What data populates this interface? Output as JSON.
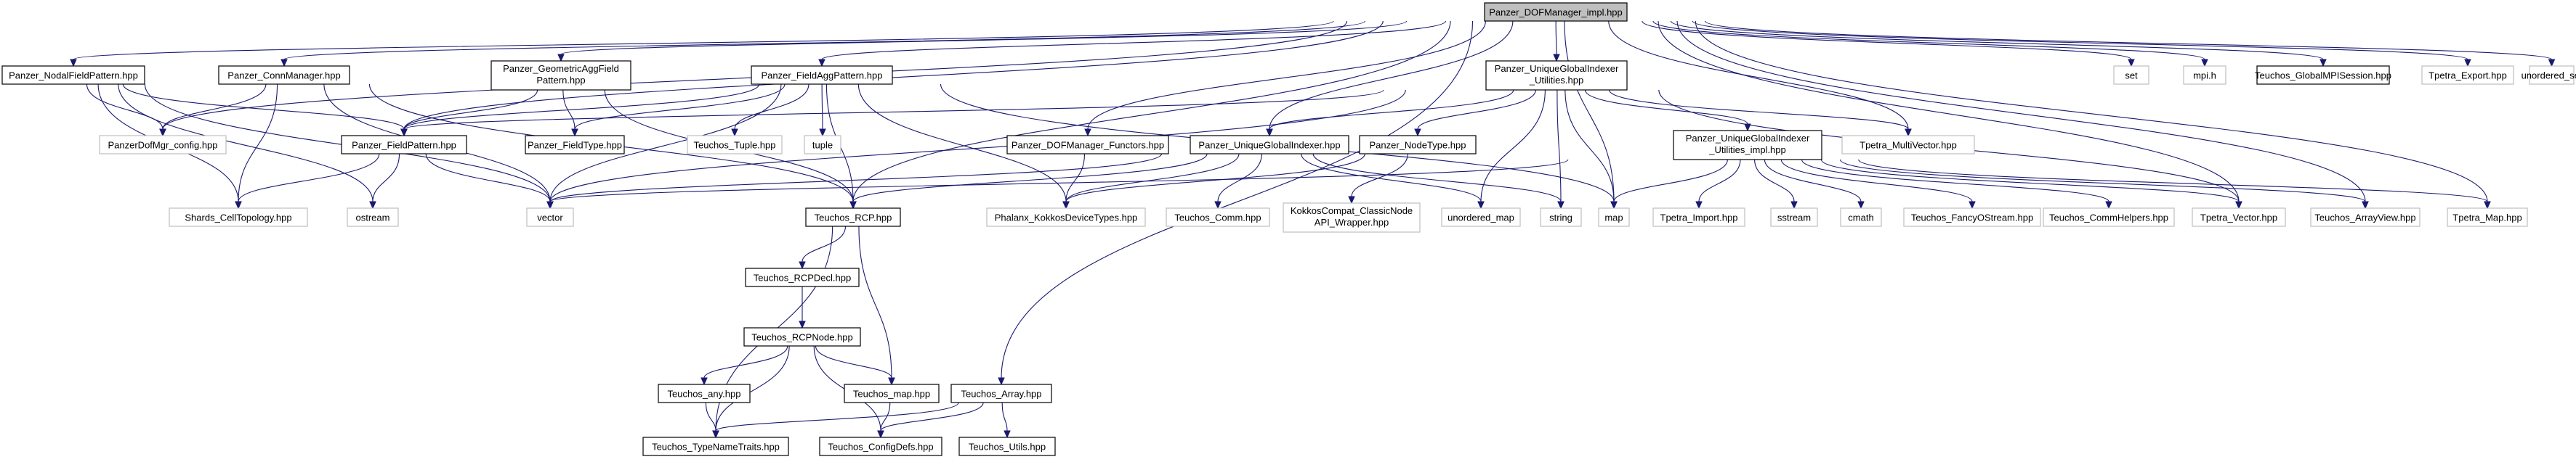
{
  "colors": {
    "edge": "#191970",
    "root_fill": "#bfbfbf",
    "system_border": "#bfbfbf",
    "local_border": "#000000"
  },
  "nodes": {
    "root": {
      "lines": [
        "Panzer_DOFManager_impl.hpp"
      ],
      "kind": "root"
    },
    "nodal": {
      "lines": [
        "Panzer_NodalFieldPattern.hpp"
      ],
      "kind": "local"
    },
    "connmgr": {
      "lines": [
        "Panzer_ConnManager.hpp"
      ],
      "kind": "local"
    },
    "geomagg": {
      "lines": [
        "Panzer_GeometricAggField",
        "Pattern.hpp"
      ],
      "kind": "local"
    },
    "fieldagg": {
      "lines": [
        "Panzer_FieldAggPattern.hpp"
      ],
      "kind": "local"
    },
    "ugiu": {
      "lines": [
        "Panzer_UniqueGlobalIndexer",
        "_Utilities.hpp"
      ],
      "kind": "local"
    },
    "set": {
      "lines": [
        "set"
      ],
      "kind": "sys"
    },
    "mpih": {
      "lines": [
        "mpi.h"
      ],
      "kind": "sys"
    },
    "gmpi": {
      "lines": [
        "Teuchos_GlobalMPISession.hpp"
      ],
      "kind": "local"
    },
    "tpexport": {
      "lines": [
        "Tpetra_Export.hpp"
      ],
      "kind": "sys"
    },
    "unset": {
      "lines": [
        "unordered_set"
      ],
      "kind": "sys"
    },
    "pdconfig": {
      "lines": [
        "PanzerDofMgr_config.hpp"
      ],
      "kind": "sys"
    },
    "fieldpat": {
      "lines": [
        "Panzer_FieldPattern.hpp"
      ],
      "kind": "local"
    },
    "fieldtype": {
      "lines": [
        "Panzer_FieldType.hpp"
      ],
      "kind": "local"
    },
    "ttuple": {
      "lines": [
        "Teuchos_Tuple.hpp"
      ],
      "kind": "sys"
    },
    "tuple": {
      "lines": [
        "tuple"
      ],
      "kind": "sys"
    },
    "dofunc": {
      "lines": [
        "Panzer_DOFManager_Functors.hpp"
      ],
      "kind": "local"
    },
    "ugi": {
      "lines": [
        "Panzer_UniqueGlobalIndexer.hpp"
      ],
      "kind": "local"
    },
    "nodetype": {
      "lines": [
        "Panzer_NodeType.hpp"
      ],
      "kind": "local"
    },
    "ugiui": {
      "lines": [
        "Panzer_UniqueGlobalIndexer",
        "_Utilities_impl.hpp"
      ],
      "kind": "local"
    },
    "multivec": {
      "lines": [
        "Tpetra_MultiVector.hpp"
      ],
      "kind": "sys"
    },
    "shards": {
      "lines": [
        "Shards_CellTopology.hpp"
      ],
      "kind": "sys"
    },
    "ostream": {
      "lines": [
        "ostream"
      ],
      "kind": "sys"
    },
    "vector": {
      "lines": [
        "vector"
      ],
      "kind": "sys"
    },
    "rcp": {
      "lines": [
        "Teuchos_RCP.hpp"
      ],
      "kind": "local"
    },
    "phalanx": {
      "lines": [
        "Phalanx_KokkosDeviceTypes.hpp"
      ],
      "kind": "sys"
    },
    "tcomm": {
      "lines": [
        "Teuchos_Comm.hpp"
      ],
      "kind": "sys"
    },
    "kokkos": {
      "lines": [
        "KokkosCompat_ClassicNode",
        "API_Wrapper.hpp"
      ],
      "kind": "sys"
    },
    "unmap": {
      "lines": [
        "unordered_map"
      ],
      "kind": "sys"
    },
    "string": {
      "lines": [
        "string"
      ],
      "kind": "sys"
    },
    "map": {
      "lines": [
        "map"
      ],
      "kind": "sys"
    },
    "tpimport": {
      "lines": [
        "Tpetra_Import.hpp"
      ],
      "kind": "sys"
    },
    "sstream": {
      "lines": [
        "sstream"
      ],
      "kind": "sys"
    },
    "cmath": {
      "lines": [
        "cmath"
      ],
      "kind": "sys"
    },
    "fancy": {
      "lines": [
        "Teuchos_FancyOStream.hpp"
      ],
      "kind": "sys"
    },
    "commh": {
      "lines": [
        "Teuchos_CommHelpers.hpp"
      ],
      "kind": "sys"
    },
    "tpvec": {
      "lines": [
        "Tpetra_Vector.hpp"
      ],
      "kind": "sys"
    },
    "arrview": {
      "lines": [
        "Teuchos_ArrayView.hpp"
      ],
      "kind": "sys"
    },
    "tpmap": {
      "lines": [
        "Tpetra_Map.hpp"
      ],
      "kind": "sys"
    },
    "rcpdecl": {
      "lines": [
        "Teuchos_RCPDecl.hpp"
      ],
      "kind": "local"
    },
    "rcpnode": {
      "lines": [
        "Teuchos_RCPNode.hpp"
      ],
      "kind": "local"
    },
    "tany": {
      "lines": [
        "Teuchos_any.hpp"
      ],
      "kind": "local"
    },
    "tmap": {
      "lines": [
        "Teuchos_map.hpp"
      ],
      "kind": "local"
    },
    "tarray": {
      "lines": [
        "Teuchos_Array.hpp"
      ],
      "kind": "local"
    },
    "typename": {
      "lines": [
        "Teuchos_TypeNameTraits.hpp"
      ],
      "kind": "local"
    },
    "configdefs": {
      "lines": [
        "Teuchos_ConfigDefs.hpp"
      ],
      "kind": "local"
    },
    "tutils": {
      "lines": [
        "Teuchos_Utils.hpp"
      ],
      "kind": "local"
    }
  },
  "edges": [
    [
      "root",
      "nodal"
    ],
    [
      "root",
      "connmgr"
    ],
    [
      "root",
      "geomagg"
    ],
    [
      "root",
      "fieldagg"
    ],
    [
      "root",
      "ugiu"
    ],
    [
      "root",
      "set"
    ],
    [
      "root",
      "mpih"
    ],
    [
      "root",
      "gmpi"
    ],
    [
      "root",
      "tpexport"
    ],
    [
      "root",
      "unset"
    ],
    [
      "root",
      "pdconfig"
    ],
    [
      "root",
      "fieldpat"
    ],
    [
      "root",
      "rcp"
    ],
    [
      "root",
      "dofunc"
    ],
    [
      "root",
      "ugi"
    ],
    [
      "root",
      "tarray"
    ],
    [
      "root",
      "map"
    ],
    [
      "root",
      "multivec"
    ],
    [
      "root",
      "tpvec"
    ],
    [
      "root",
      "arrview"
    ],
    [
      "root",
      "tpmap"
    ],
    [
      "nodal",
      "pdconfig"
    ],
    [
      "nodal",
      "fieldpat"
    ],
    [
      "nodal",
      "shards"
    ],
    [
      "nodal",
      "vector"
    ],
    [
      "nodal",
      "ostream"
    ],
    [
      "connmgr",
      "pdconfig"
    ],
    [
      "connmgr",
      "shards"
    ],
    [
      "connmgr",
      "vector"
    ],
    [
      "connmgr",
      "rcp"
    ],
    [
      "geomagg",
      "fieldpat"
    ],
    [
      "geomagg",
      "fieldtype"
    ],
    [
      "geomagg",
      "rcp"
    ],
    [
      "fieldagg",
      "fieldpat"
    ],
    [
      "fieldagg",
      "fieldtype"
    ],
    [
      "fieldagg",
      "ttuple"
    ],
    [
      "fieldagg",
      "tuple"
    ],
    [
      "fieldagg",
      "rcp"
    ],
    [
      "fieldagg",
      "vector"
    ],
    [
      "fieldagg",
      "map"
    ],
    [
      "fieldagg",
      "phalanx"
    ],
    [
      "ugiu",
      "fieldpat"
    ],
    [
      "ugiu",
      "ugi"
    ],
    [
      "ugiu",
      "nodetype"
    ],
    [
      "ugiu",
      "ugiui"
    ],
    [
      "ugiu",
      "multivec"
    ],
    [
      "ugiu",
      "map"
    ],
    [
      "ugiu",
      "string"
    ],
    [
      "ugiu",
      "unmap"
    ],
    [
      "ugiu",
      "tpvec"
    ],
    [
      "ugiu",
      "vector"
    ],
    [
      "fieldpat",
      "shards"
    ],
    [
      "fieldpat",
      "ostream"
    ],
    [
      "fieldpat",
      "vector"
    ],
    [
      "dofunc",
      "phalanx"
    ],
    [
      "ugi",
      "phalanx"
    ],
    [
      "ugi",
      "tcomm"
    ],
    [
      "ugi",
      "unmap"
    ],
    [
      "ugi",
      "string"
    ],
    [
      "ugi",
      "rcp"
    ],
    [
      "ugi",
      "vector"
    ],
    [
      "nodetype",
      "kokkos"
    ],
    [
      "nodetype",
      "phalanx"
    ],
    [
      "ugiui",
      "map"
    ],
    [
      "ugiui",
      "tpimport"
    ],
    [
      "ugiui",
      "sstream"
    ],
    [
      "ugiui",
      "cmath"
    ],
    [
      "ugiui",
      "fancy"
    ],
    [
      "ugiui",
      "commh"
    ],
    [
      "ugiui",
      "tpvec"
    ],
    [
      "ugiui",
      "arrview"
    ],
    [
      "ugiui",
      "tpmap"
    ],
    [
      "ugiui",
      "vector"
    ],
    [
      "rcp",
      "rcpdecl"
    ],
    [
      "rcp",
      "tmap"
    ],
    [
      "rcp",
      "typename"
    ],
    [
      "rcpdecl",
      "rcpnode"
    ],
    [
      "rcpnode",
      "tany"
    ],
    [
      "rcpnode",
      "tmap"
    ],
    [
      "rcpnode",
      "configdefs"
    ],
    [
      "rcpnode",
      "typename"
    ],
    [
      "tany",
      "typename"
    ],
    [
      "tmap",
      "configdefs"
    ],
    [
      "tarray",
      "typename"
    ],
    [
      "tarray",
      "configdefs"
    ],
    [
      "tarray",
      "tutils"
    ]
  ]
}
